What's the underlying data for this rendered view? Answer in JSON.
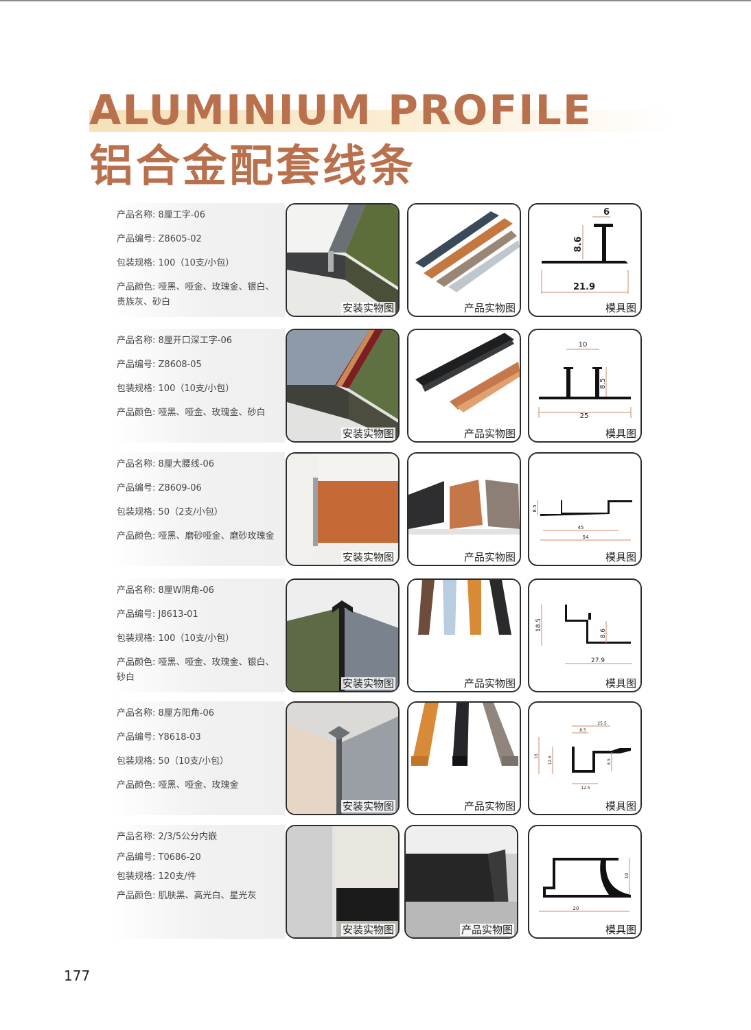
{
  "header": {
    "title_en": "ALUMINIUM PROFILE",
    "title_cn": "铝合金配套线条"
  },
  "labels": {
    "install": "安装实物图",
    "product": "产品实物图",
    "mold": "模具图"
  },
  "products": [
    {
      "name_label": "产品名称:",
      "name": "8厘工字-06",
      "code_label": "产品编号:",
      "code": "Z8605-02",
      "pack_label": "包装规格:",
      "pack": "100（10支/小包）",
      "color_label": "产品颜色:",
      "colors": "哑黑、哑金、玫瑰金、银白、贵族灰、砂白",
      "dims": [
        "6",
        "8.6",
        "21.9"
      ]
    },
    {
      "name_label": "产品名称:",
      "name": "8厘开口深工字-06",
      "code_label": "产品编号:",
      "code": "Z8608-05",
      "pack_label": "包装规格:",
      "pack": "100（10支/小包）",
      "color_label": "产品颜色:",
      "colors": "哑黑、哑金、玫瑰金、砂白",
      "dims": [
        "10",
        "8.5",
        "25"
      ]
    },
    {
      "name_label": "产品名称:",
      "name": "8厘大腰线-06",
      "code_label": "产品编号:",
      "code": "Z8609-06",
      "pack_label": "包装规格:",
      "pack": "50（2支/小包）",
      "color_label": "产品颜色:",
      "colors": "哑黑、磨砂哑金、磨砂玫瑰金",
      "dims": [
        "8.5",
        "45",
        "54"
      ]
    },
    {
      "name_label": "产品名称:",
      "name": "8厘W阴角-06",
      "code_label": "产品编号:",
      "code": "J8613-01",
      "pack_label": "包装规格:",
      "pack": "100（10支/小包）",
      "color_label": "产品颜色:",
      "colors": "哑黑、哑金、玫瑰金、银白、砂白",
      "dims": [
        "18.5",
        "8.6",
        "27.9"
      ]
    },
    {
      "name_label": "产品名称:",
      "name": "8厘方阳角-06",
      "code_label": "产品编号:",
      "code": "Y8618-03",
      "pack_label": "包装规格:",
      "pack": "50（10支/小包）",
      "color_label": "产品颜色:",
      "colors": "哑黑、哑金、玫瑰金",
      "dims": [
        "25.5",
        "8.5",
        "16",
        "12.5",
        "8.5",
        "12.5"
      ]
    },
    {
      "name_label": "产品名称:",
      "name": "2/3/5公分内嵌",
      "code_label": "产品编号:",
      "code": "T0686-20",
      "pack_label": "包装规格:",
      "pack": "120支/件",
      "color_label": "产品颜色:",
      "colors": "肌肤黑、高光白、星光灰",
      "dims": [
        "10",
        "20"
      ]
    }
  ],
  "footer": {
    "page_number": "177"
  },
  "colors": {
    "accent": "#b9704d",
    "band": "#f6e1b8",
    "dim_line": "#c98a6a"
  }
}
